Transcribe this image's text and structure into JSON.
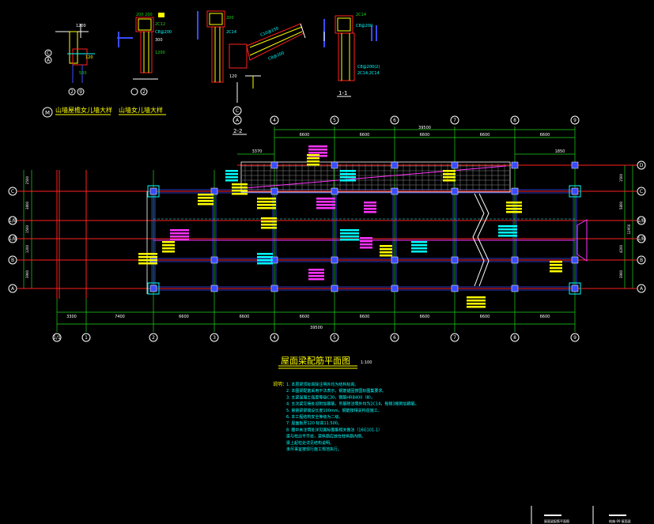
{
  "colors": {
    "background": "#000000",
    "grid_red": "#ff2020",
    "green_dim": "#1fd41f",
    "white": "#ffffff",
    "blue": "#3a4cff",
    "cyan": "#00ffff",
    "yellow": "#ffff00",
    "magenta": "#ff33ff"
  },
  "drawing": {
    "title": "屋面梁配筋平面图",
    "scale": "1:100",
    "overall_width": "39500",
    "overall_depth": "12950",
    "columns": [
      "1/1",
      "1",
      "2",
      "3",
      "4",
      "5",
      "6",
      "7",
      "8",
      "9"
    ],
    "top_columns": [
      "4",
      "5",
      "6",
      "7",
      "8",
      "9"
    ],
    "rows": [
      "A",
      "B",
      "1/B",
      "1/B",
      "C"
    ],
    "row_d": "D",
    "bottom_spans": [
      "3300",
      "7400",
      "6600",
      "6600",
      "6600",
      "6600",
      "6600",
      "6600",
      "6600"
    ],
    "top_spans": [
      "6600",
      "6600",
      "6600",
      "6600",
      "6600"
    ],
    "left_dims": [
      "2500",
      "3800",
      "1500",
      "1200",
      "3900"
    ],
    "right_dims": [
      "1500",
      "5800",
      "4200",
      "3900"
    ],
    "top_dim_a": "3370",
    "top_dim_b": "1850"
  },
  "details": {
    "label_m": "山墙屋檐女儿墙大样",
    "label_1": "山墙女儿墙大样",
    "section_22": "2-2",
    "section_11": "1-1",
    "bubble_m": "M",
    "bubble_c": "C",
    "bubble_a": "A",
    "bubble_2": "2",
    "bubble_9": "9"
  },
  "notes": {
    "heading": "说明：",
    "items": [
      "1. 本层梁顶标高除注明外均为结构标高。",
      "2. 本图梁配筋采用平法表示，钢筋锚固按国标图集要求。",
      "3. 主梁混凝土强度等级C30，钢筋HRB400（Ⅲ）。",
      "4. 主次梁交接处设附加箍筋，吊筋除注明外均为2C14，每侧3根附加箍筋。",
      "5. 悬挑梁梁端设长度100mm，钢筋按相关构造施工。",
      "6. 本工程结构安全等级为二级。",
      "7. 屋面板厚120  标高11.500。",
      "8. 图中未注明处详见国标图集相关做法（16G101-1）",
      "   梁与柱边平齐处，梁纵筋应放在柱纵筋内侧。",
      "   梁上起柱处详见结构说明。",
      "   未尽事宜按现行施工规范执行。"
    ]
  },
  "title_block": {
    "left": "屋面梁配筋平面图",
    "right": "结施-09 屋面梁"
  }
}
